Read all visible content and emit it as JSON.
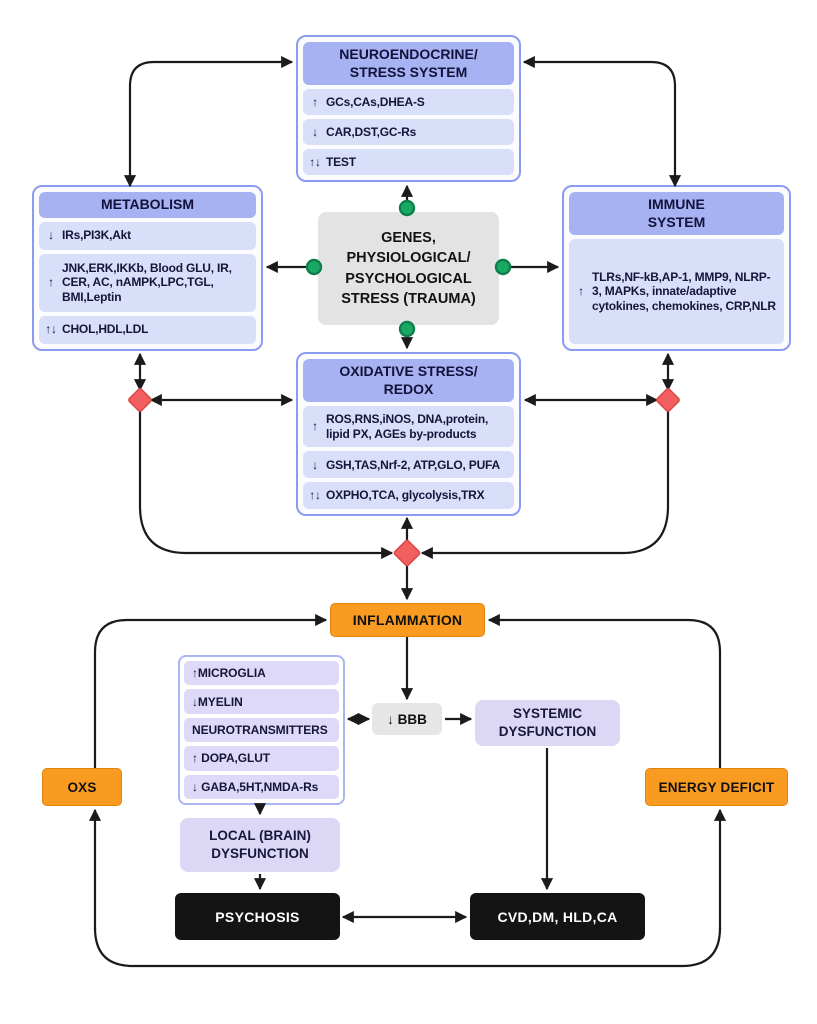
{
  "colors": {
    "panel_header": "#a7b2f2",
    "panel_row": "#d9def9",
    "panel_border": "#8b9cf0",
    "stress_gray": "#e3e3e3",
    "orange": "#f99b20",
    "lavender": "#ddd7f6",
    "black_box": "#141414",
    "bbb_gray": "#e6e6e6",
    "green_dot": "#1aa964",
    "red_diamond": "#f25f5f",
    "arrow": "#1b1b1b"
  },
  "top": {
    "neuroendocrine": {
      "title": "NEUROENDOCRINE/\nSTRESS SYSTEM",
      "rows": [
        {
          "dir": "↑",
          "text": "GCs,CAs,DHEA-S"
        },
        {
          "dir": "↓",
          "text": "CAR,DST,GC-Rs"
        },
        {
          "dir": "↑↓",
          "text": "TEST"
        }
      ]
    },
    "metabolism": {
      "title": "METABOLISM",
      "rows": [
        {
          "dir": "↓",
          "text": "IRs,PI3K,Akt"
        },
        {
          "dir": "↑",
          "text": "JNK,ERK,IKKb, Blood GLU, IR, CER, AC, nAMPK,LPC,TGL, BMI,Leptin"
        },
        {
          "dir": "↑↓",
          "text": "CHOL,HDL,LDL"
        }
      ]
    },
    "immune": {
      "title": "IMMUNE\nSYSTEM",
      "rows": [
        {
          "dir": "↑",
          "text": "TLRs,NF-kB,AP-1, MMP9, NLRP-3, MAPKs, innate/adaptive cytokines, chemokines, CRP,NLR"
        }
      ]
    },
    "stress_center": {
      "text": "GENES,\nPHYSIOLOGICAL/\nPSYCHOLOGICAL\nSTRESS (TRAUMA)"
    },
    "oxidative": {
      "title": "OXIDATIVE STRESS/\nREDOX",
      "rows": [
        {
          "dir": "↑",
          "text": "ROS,RNS,iNOS, DNA,protein, lipid PX, AGEs by-products"
        },
        {
          "dir": "↓",
          "text": "GSH,TAS,Nrf-2, ATP,GLO, PUFA"
        },
        {
          "dir": "↑↓",
          "text": "OXPHO,TCA, glycolysis,TRX"
        }
      ]
    }
  },
  "bottom": {
    "inflammation": "INFLAMMATION",
    "brain_rows": [
      "↑MICROGLIA",
      "↓MYELIN",
      "NEUROTRANSMITTERS",
      "↑ DOPA,GLUT",
      "↓ GABA,5HT,NMDA-Rs"
    ],
    "bbb": "↓ BBB",
    "systemic": "SYSTEMIC\nDYSFUNCTION",
    "oxs": "OXS",
    "energy_deficit": "ENERGY DEFICIT",
    "local_dysfunction": "LOCAL (BRAIN)\nDYSFUNCTION",
    "psychosis": "PSYCHOSIS",
    "cvd": "CVD,DM, HLD,CA"
  }
}
